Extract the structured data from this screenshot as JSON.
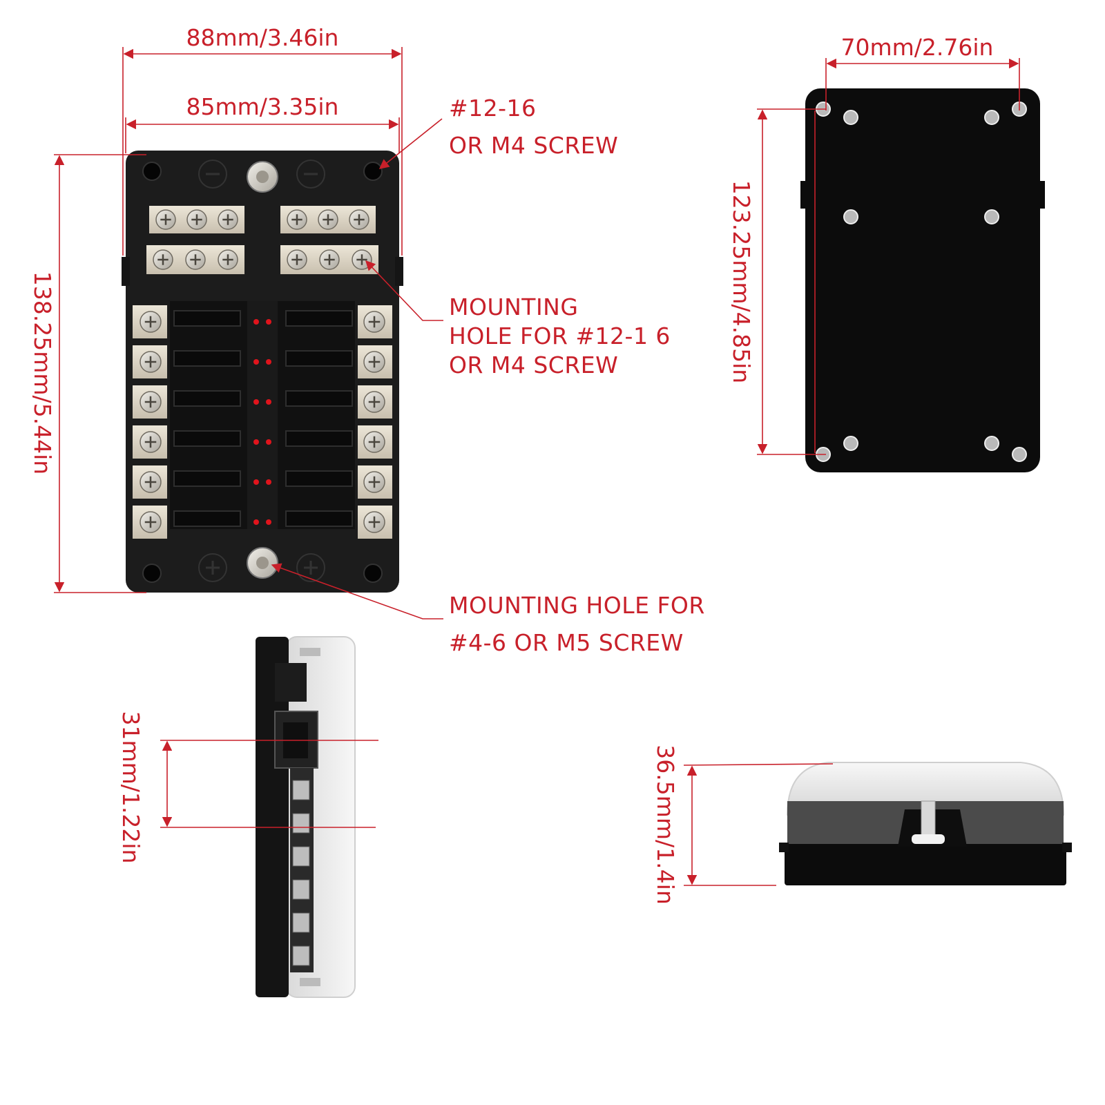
{
  "dimensions": {
    "top_width_outer": "88mm/3.46in",
    "top_width_inner": "85mm/3.35in",
    "front_height": "138.25mm/5.44in",
    "back_width": "70mm/2.76in",
    "back_height": "123.25mm/4.85in",
    "side_depth": "31mm/1.22in",
    "end_height": "36.5mm/1.4in"
  },
  "callouts": {
    "corner_screw": [
      "#12-16",
      "OR M4 SCREW"
    ],
    "mounting_hole": [
      "MOUNTING",
      "HOLE FOR #12-1 6",
      "OR M4 SCREW"
    ],
    "center_hole": [
      "MOUNTING HOLE FOR",
      "#4-6 OR M5 SCREW"
    ]
  },
  "colors": {
    "annotation": "#c8202a",
    "body": "#1c1c1c",
    "brass": "#d8d1c4",
    "led": "#e0141c",
    "cover": "#ececec"
  }
}
